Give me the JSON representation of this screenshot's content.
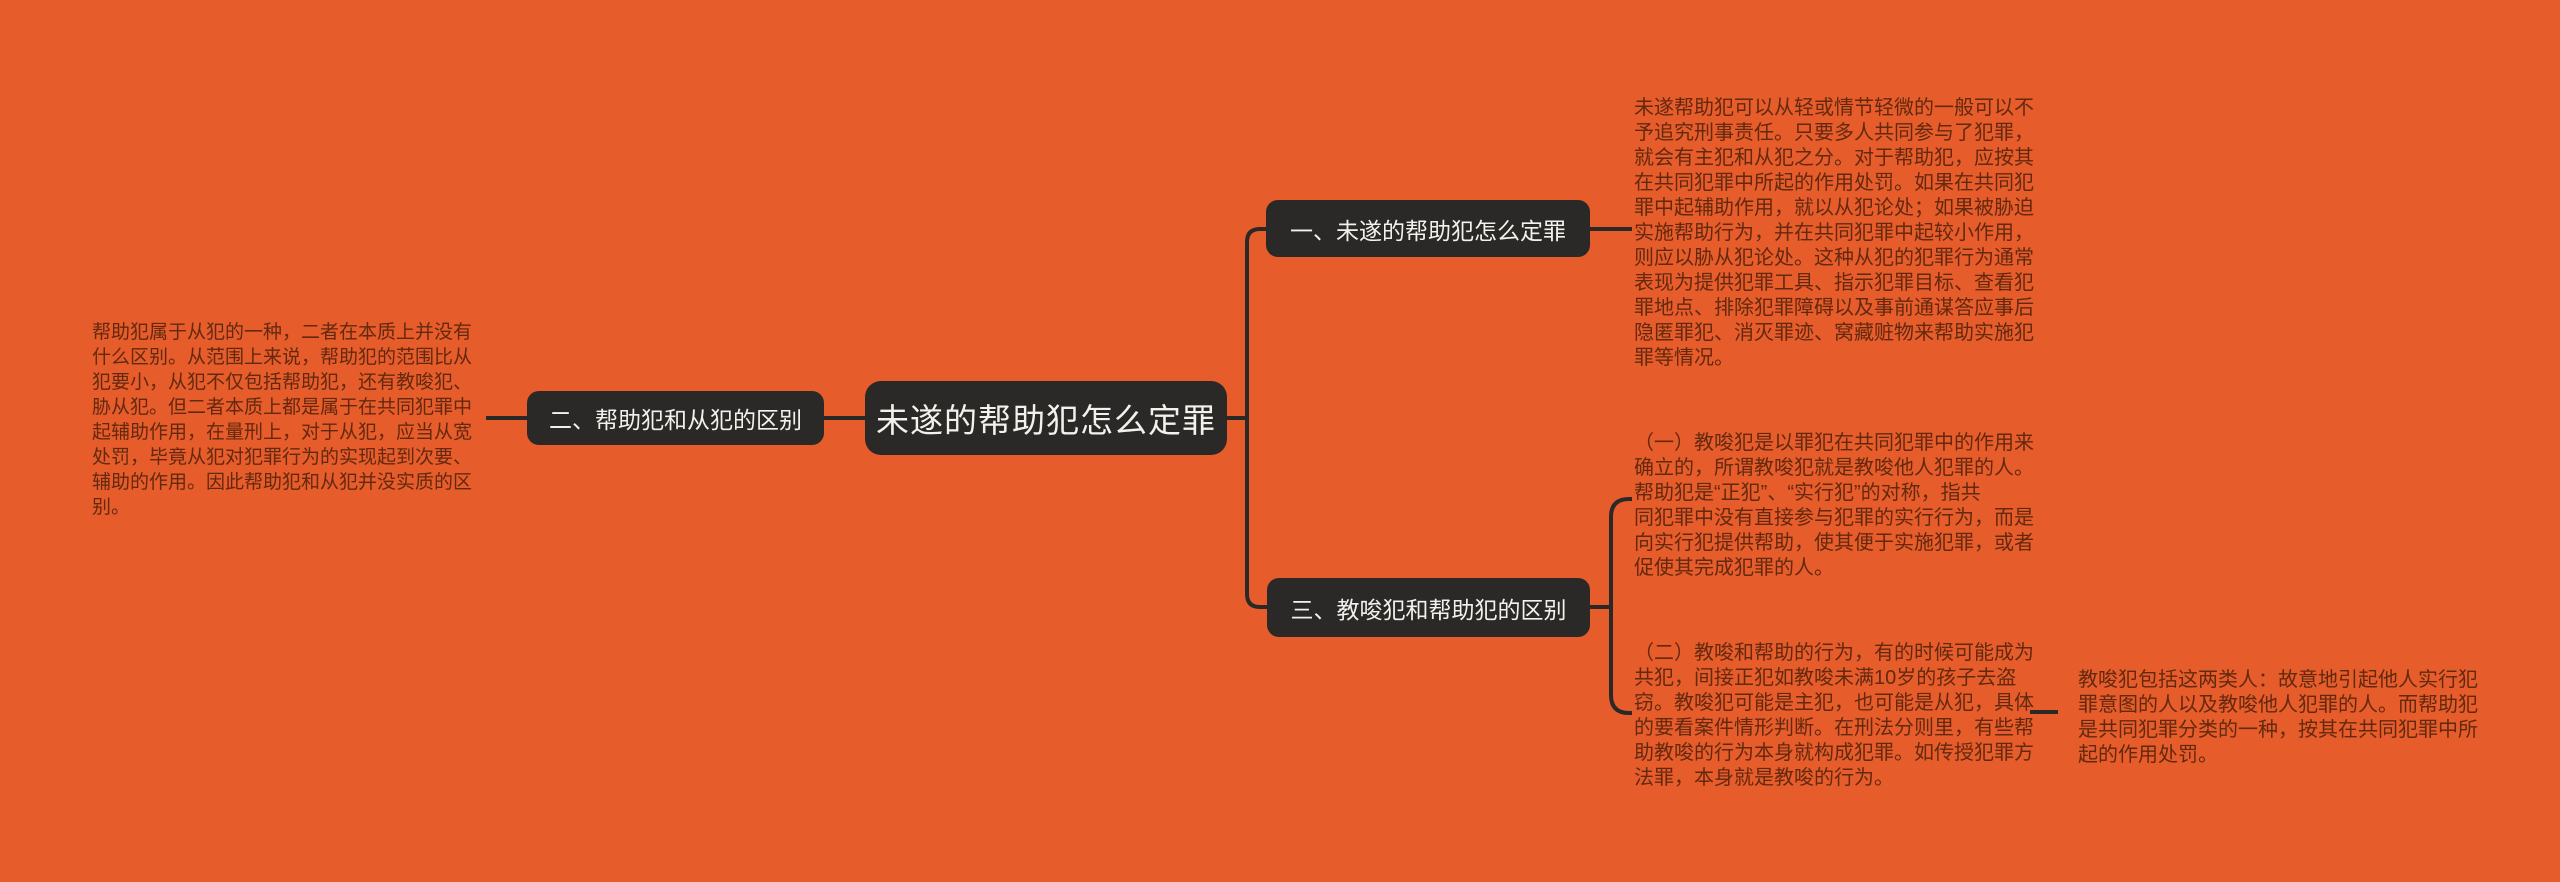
{
  "theme": {
    "background_color": "#E65C2B",
    "node_fill_color": "#2A2927",
    "node_text_color": "#F4F1EC",
    "note_text_color": "#63290F",
    "connector_color": "#2A2927"
  },
  "mindmap": {
    "root_label": "未遂的帮助犯怎么定罪",
    "branch_1": {
      "label": "一、未遂的帮助犯怎么定罪",
      "note": "未遂帮助犯可以从轻或情节轻微的一般可以不\n予追究刑事责任。只要多人共同参与了犯罪，\n就会有主犯和从犯之分。对于帮助犯，应按其\n在共同犯罪中所起的作用处罚。如果在共同犯\n罪中起辅助作用，就以从犯论处；如果被胁迫\n实施帮助行为，并在共同犯罪中起较小作用，\n则应以胁从犯论处。这种从犯的犯罪行为通常\n表现为提供犯罪工具、指示犯罪目标、查看犯\n罪地点、排除犯罪障碍以及事前通谋答应事后\n隐匿罪犯、消灭罪迹、窝藏赃物来帮助实施犯\n罪等情况。"
    },
    "branch_2": {
      "label": "二、帮助犯和从犯的区别",
      "note": "帮助犯属于从犯的一种，二者在本质上并没有\n什么区别。从范围上来说，帮助犯的范围比从\n犯要小，从犯不仅包括帮助犯，还有教唆犯、\n胁从犯。但二者本质上都是属于在共同犯罪中\n起辅助作用，在量刑上，对于从犯，应当从宽\n处罚，毕竟从犯对犯罪行为的实现起到次要、\n辅助的作用。因此帮助犯和从犯并没实质的区\n别。"
    },
    "branch_3": {
      "label": "三、教唆犯和帮助犯的区别",
      "note_a": "（一）教唆犯是以罪犯在共同犯罪中的作用来\n确立的，所谓教唆犯就是教唆他人犯罪的人。\n帮助犯是“正犯”、“实行犯”的对称，指共\n同犯罪中没有直接参与犯罪的实行行为，而是\n向实行犯提供帮助，使其便于实施犯罪，或者\n促使其完成犯罪的人。",
      "note_b": "（二）教唆和帮助的行为，有的时候可能成为\n共犯，间接正犯如教唆未满10岁的孩子去盗\n窃。教唆犯可能是主犯，也可能是从犯，具体\n的要看案件情形判断。在刑法分则里，有些帮\n助教唆的行为本身就构成犯罪。如传授犯罪方\n法罪，本身就是教唆的行为。",
      "note_c": "教唆犯包括这两类人：故意地引起他人实行犯\n罪意图的人以及教唆他人犯罪的人。而帮助犯\n是共同犯罪分类的一种，按其在共同犯罪中所\n起的作用处罚。"
    }
  }
}
